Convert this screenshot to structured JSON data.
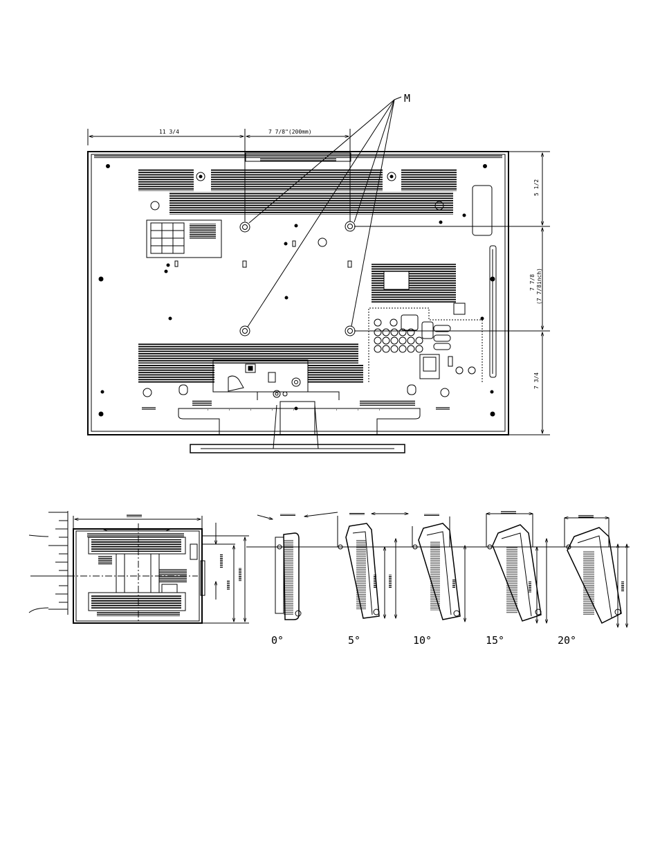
{
  "callout": {
    "label": "M"
  },
  "dimensions": {
    "left_width": "11 3/4",
    "hole_spacing_h": "7 7/8\"(200mm)",
    "top_offset": "5 1/2",
    "hole_spacing_v": "7 7/8",
    "hole_spacing_v_alt": "(7 7/8inch)",
    "bottom_offset": "7 3/4"
  },
  "tilt_angles": [
    "0°",
    "5°",
    "10°",
    "15°",
    "20°"
  ],
  "colors": {
    "ink": "#000000",
    "paper": "#ffffff"
  }
}
